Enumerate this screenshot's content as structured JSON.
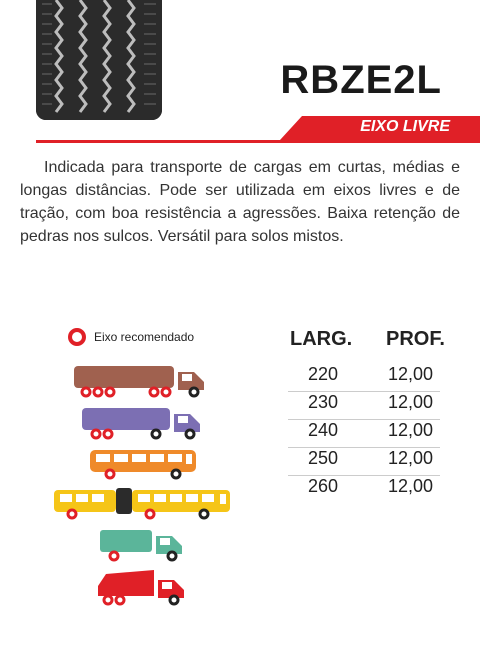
{
  "product": {
    "name": "RBZE2L",
    "axle": "EIXO LIVRE",
    "description": "Indicada para transporte de cargas em curtas, médias e longas distâncias. Pode ser utilizada em eixos livres e de tração, com boa resistência a agressões. Baixa retenção de pedras nos sulcos. Versátil para solos mistos."
  },
  "legend": {
    "label": "Eixo recomendado",
    "icon": "red-ring-icon"
  },
  "table": {
    "headers": [
      "LARG.",
      "PROF."
    ],
    "rows": [
      [
        "220",
        "12,00"
      ],
      [
        "230",
        "12,00"
      ],
      [
        "240",
        "12,00"
      ],
      [
        "250",
        "12,00"
      ],
      [
        "260",
        "12,00"
      ]
    ]
  },
  "colors": {
    "accent": "#e02027",
    "dark": "#2b2b2b"
  },
  "vehicles": [
    {
      "name": "truck-brown-icon",
      "color": "#a0614f"
    },
    {
      "name": "truck-purple-icon",
      "color": "#7c6fb3"
    },
    {
      "name": "bus-orange-icon",
      "color": "#ef8a2a"
    },
    {
      "name": "bus-articulated-yellow-icon",
      "color": "#f5c518"
    },
    {
      "name": "van-green-icon",
      "color": "#5bb59a"
    },
    {
      "name": "dump-truck-red-icon",
      "color": "#e02027"
    }
  ]
}
